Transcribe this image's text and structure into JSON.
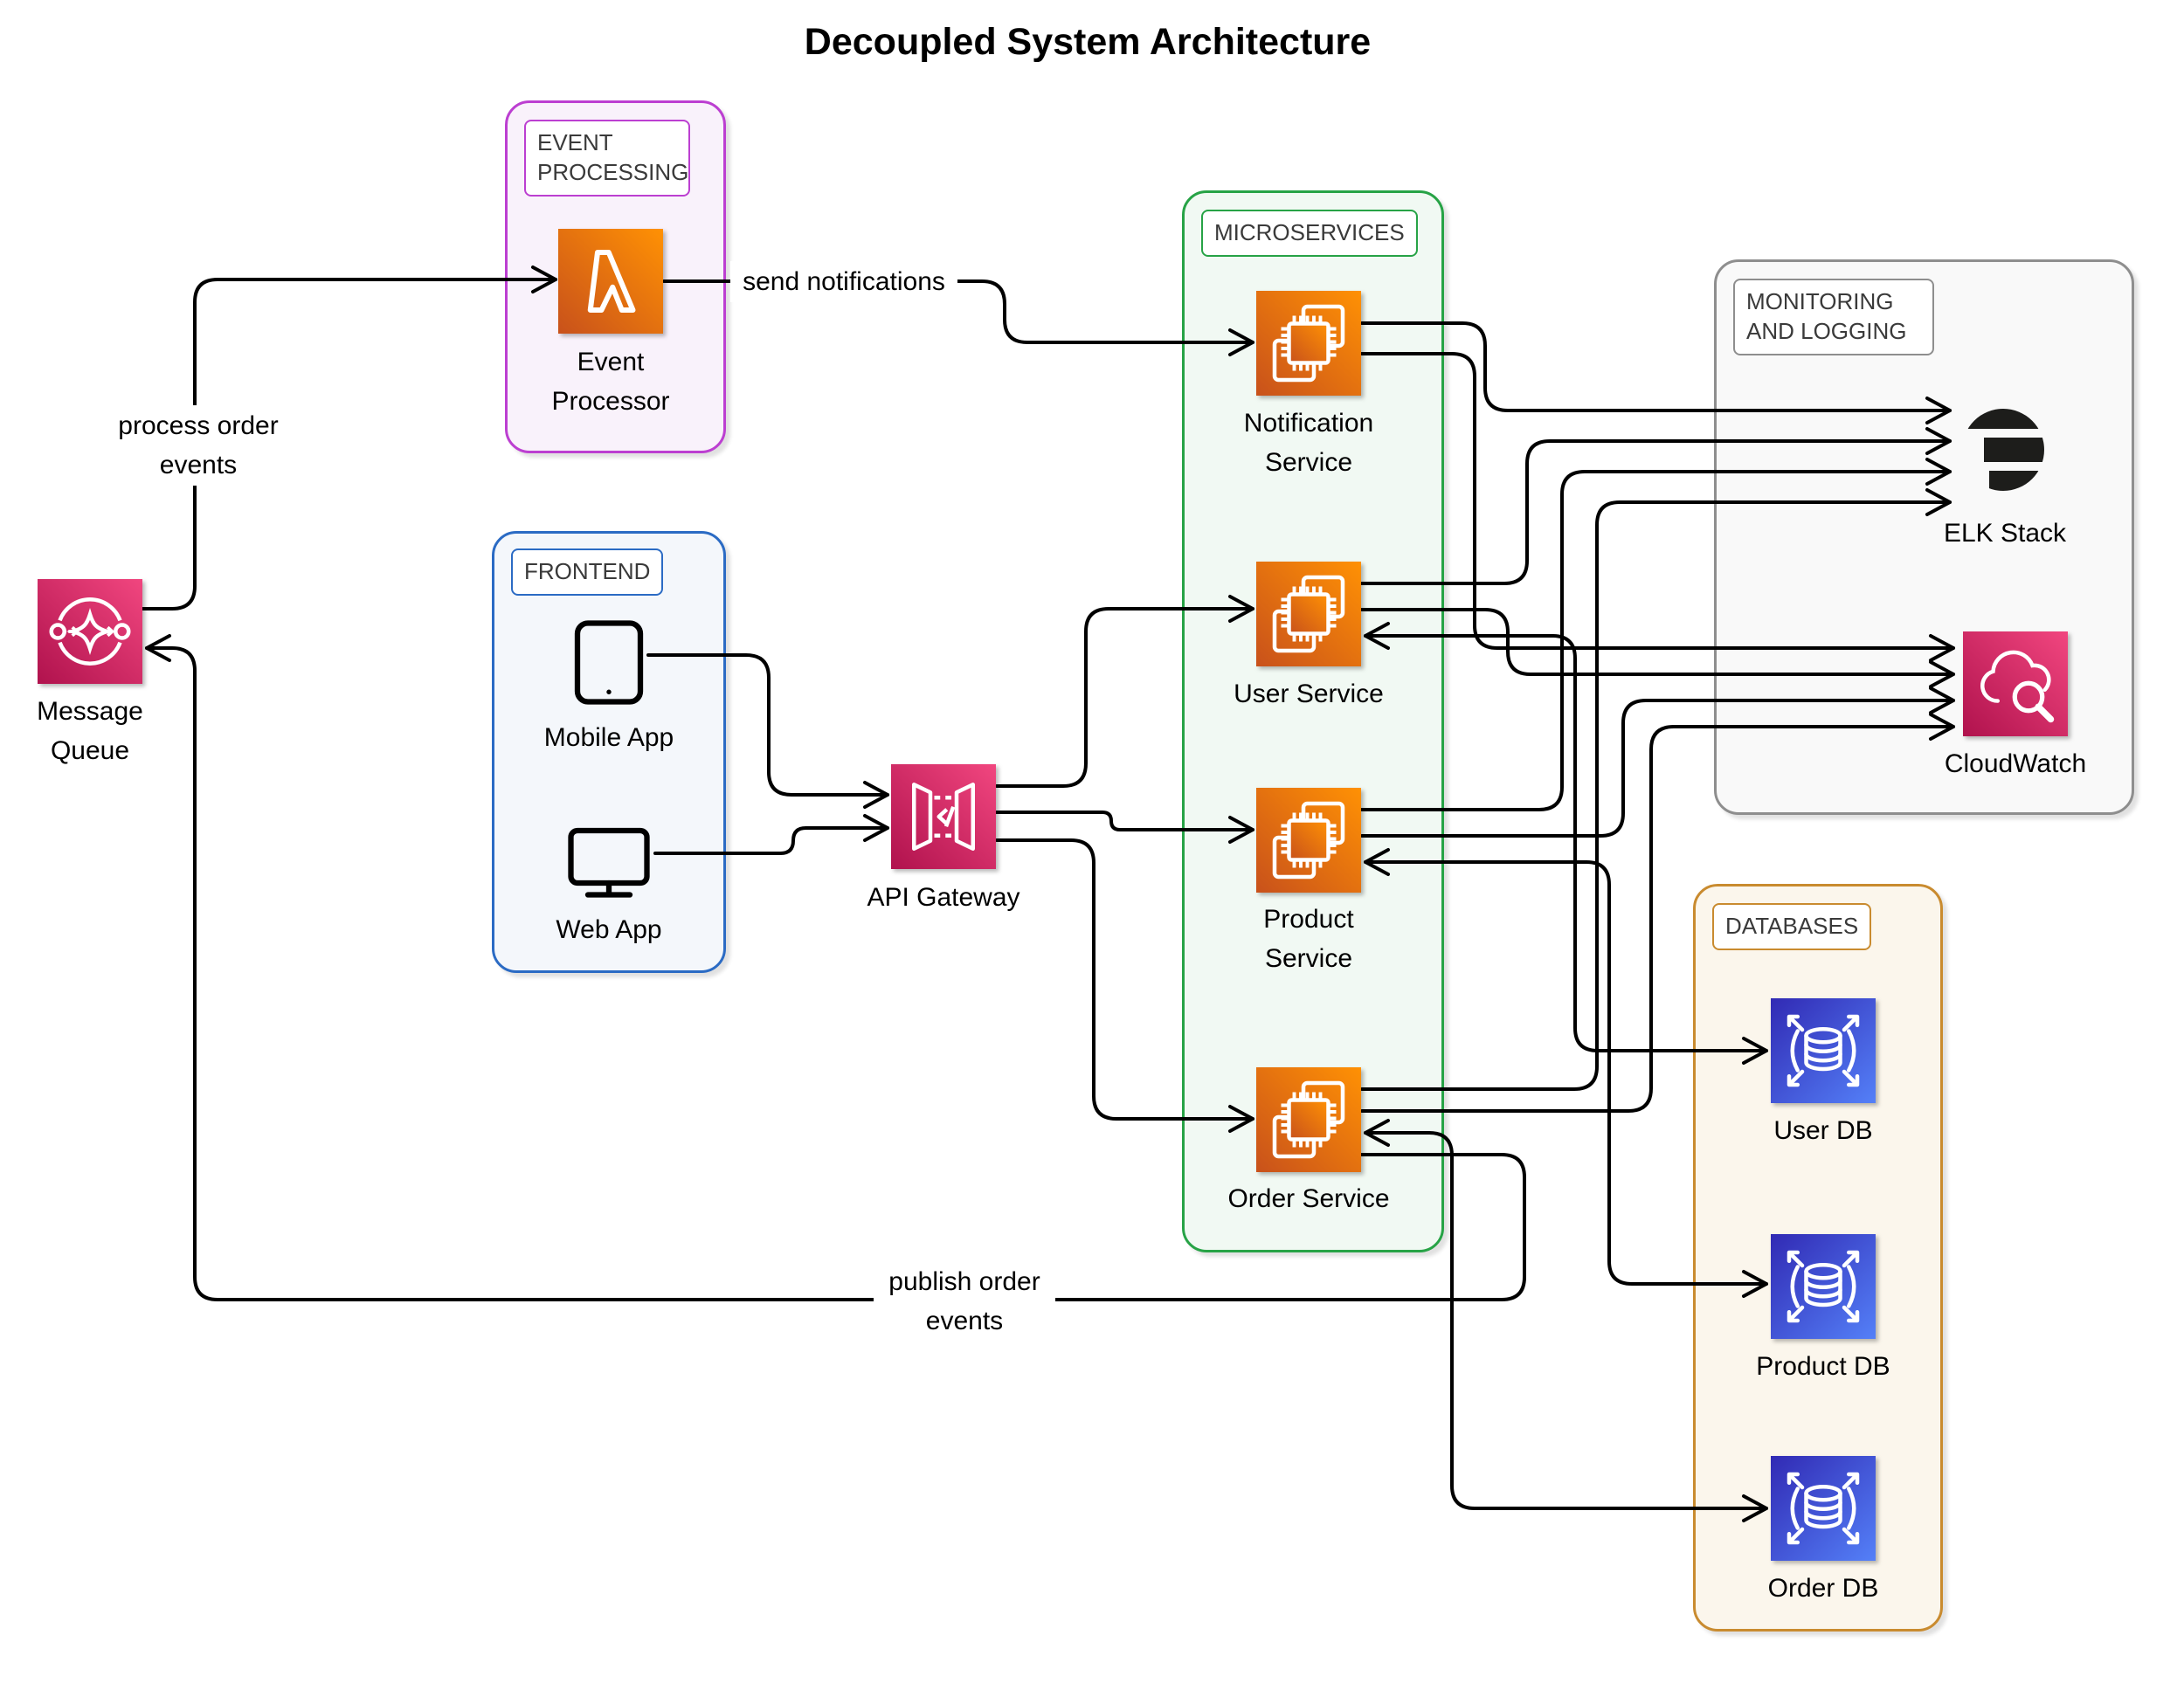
{
  "title": "Decoupled System Architecture",
  "groups": [
    {
      "id": "event-processing",
      "label": "EVENT PROCESSING",
      "border_color": "#BC3FD1",
      "fill_color": "#F9F2FB"
    },
    {
      "id": "frontend",
      "label": "FRONTEND",
      "border_color": "#2B6BC4",
      "fill_color": "#F4F7FB"
    },
    {
      "id": "microservices",
      "label": "MICROSERVICES",
      "border_color": "#27A346",
      "fill_color": "#F1F9F3"
    },
    {
      "id": "monitoring",
      "label": "MONITORING AND LOGGING",
      "border_color": "#8E8E8E",
      "fill_color": "#F9F9F9"
    },
    {
      "id": "databases",
      "label": "DATABASES",
      "border_color": "#C98B2F",
      "fill_color": "#FBF6EC"
    }
  ],
  "nodes": [
    {
      "id": "message-queue",
      "label": "Message Queue",
      "icon": "message-queue-icon"
    },
    {
      "id": "event-processor",
      "label": "Event Processor",
      "icon": "lambda-icon"
    },
    {
      "id": "mobile-app",
      "label": "Mobile App",
      "icon": "tablet-icon"
    },
    {
      "id": "web-app",
      "label": "Web App",
      "icon": "monitor-icon"
    },
    {
      "id": "api-gateway",
      "label": "API Gateway",
      "icon": "api-gateway-icon"
    },
    {
      "id": "notification-service",
      "label": "Notification Service",
      "icon": "chip-icon"
    },
    {
      "id": "user-service",
      "label": "User Service",
      "icon": "chip-icon"
    },
    {
      "id": "product-service",
      "label": "Product Service",
      "icon": "chip-icon"
    },
    {
      "id": "order-service",
      "label": "Order Service",
      "icon": "chip-icon"
    },
    {
      "id": "elk-stack",
      "label": "ELK Stack",
      "icon": "elastic-logo-icon"
    },
    {
      "id": "cloudwatch",
      "label": "CloudWatch",
      "icon": "cloudwatch-icon"
    },
    {
      "id": "user-db",
      "label": "User DB",
      "icon": "database-icon"
    },
    {
      "id": "product-db",
      "label": "Product DB",
      "icon": "database-icon"
    },
    {
      "id": "order-db",
      "label": "Order DB",
      "icon": "database-icon"
    }
  ],
  "edge_labels": {
    "process_order_events": "process order events",
    "send_notifications": "send notifications",
    "publish_order_events": "publish order events"
  },
  "colors": {
    "line": "#000000",
    "icon_orange_gradient": [
      "#C8511B",
      "#FF9104"
    ],
    "icon_pink_gradient": [
      "#B0124D",
      "#F1467F"
    ],
    "icon_blue_gradient": [
      "#312AB4",
      "#5480F8"
    ],
    "elastic_logo": "#1D1D1B",
    "label_text": "#000000",
    "group_label_text": "#3A3A3A"
  }
}
